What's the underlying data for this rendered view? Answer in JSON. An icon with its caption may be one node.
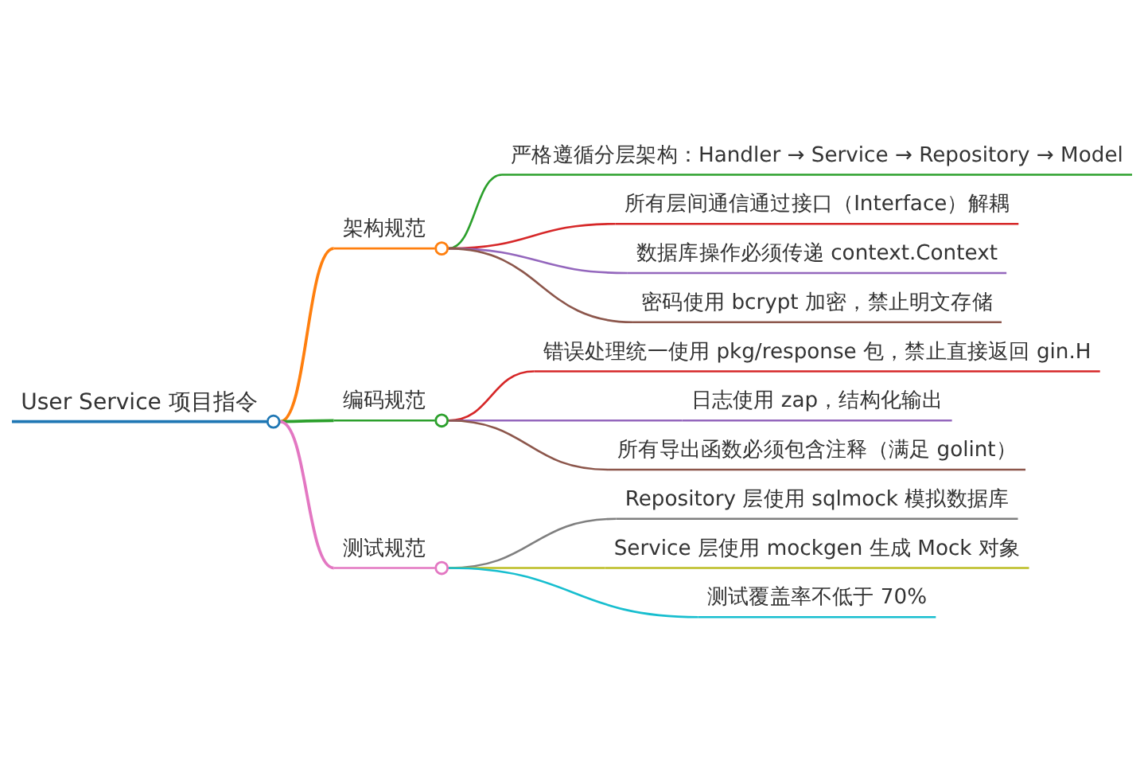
{
  "diagram": {
    "nodes": [
      {
        "text": [
          "User Service 项目指令"
        ]
      },
      {
        "text": [
          "架构规范"
        ]
      },
      {
        "text": [
          "严格遵循分层架构：Handler → Service → Repository → Model"
        ]
      },
      {
        "text": [
          "所有层间通信通过接口（Interface）解耦"
        ]
      },
      {
        "text": [
          "数据库操作必须传递 context.Context"
        ]
      },
      {
        "text": [
          "密码使用 bcrypt 加密，禁止明文存储"
        ]
      },
      {
        "text": [
          "编码规范"
        ]
      },
      {
        "text": [
          "错误处理统一使用 pkg/response 包，禁止直接返回 gin.H"
        ]
      },
      {
        "text": [
          "日志使用 zap，结构化输出"
        ]
      },
      {
        "text": [
          "所有导出函数必须包含注释（满足 golint）"
        ]
      },
      {
        "text": [
          "测试规范"
        ]
      },
      {
        "text": [
          "Repository 层使用 sqlmock 模拟数据库"
        ]
      },
      {
        "text": [
          "Service 层使用 mockgen 生成 Mock 对象"
        ]
      },
      {
        "text": [
          "测试覆盖率不低于 70%"
        ]
      }
    ],
    "edges": [
      {
        "from": 0,
        "to": 1,
        "arrow": "none",
        "color": "#ff7f0e"
      },
      {
        "from": 1,
        "to": 2,
        "arrow": "none",
        "color": "#2ca02c"
      },
      {
        "from": 1,
        "to": 3,
        "arrow": "none",
        "color": "#d62728"
      },
      {
        "from": 1,
        "to": 4,
        "arrow": "none",
        "color": "#9467bd"
      },
      {
        "from": 1,
        "to": 5,
        "arrow": "none",
        "color": "#8c564b"
      },
      {
        "from": 0,
        "to": 6,
        "arrow": "none",
        "color": "#2ca02c"
      },
      {
        "from": 6,
        "to": 7,
        "arrow": "none",
        "color": "#d62728"
      },
      {
        "from": 6,
        "to": 8,
        "arrow": "none",
        "color": "#9467bd"
      },
      {
        "from": 6,
        "to": 9,
        "arrow": "none",
        "color": "#8c564b"
      },
      {
        "from": 0,
        "to": 10,
        "arrow": "none",
        "color": "#e377c2"
      },
      {
        "from": 10,
        "to": 11,
        "arrow": "none",
        "color": "#7f7f7f"
      },
      {
        "from": 10,
        "to": 12,
        "arrow": "none",
        "color": "#bcbd22"
      },
      {
        "from": 10,
        "to": 13,
        "arrow": "none",
        "color": "#17becf"
      }
    ]
  }
}
